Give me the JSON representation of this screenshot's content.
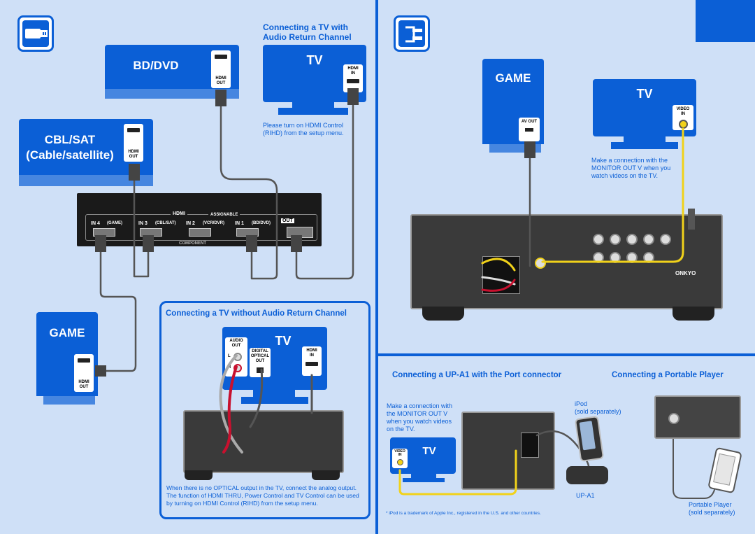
{
  "colors": {
    "background": "#cfe0f7",
    "accent": "#0b5fd6",
    "cable_gray": "#555555",
    "video_yellow": "#f1d21a",
    "audio_red": "#c8102e"
  },
  "icons": {
    "hdmi_icon": "hdmi-plug-icon",
    "analog_icon": "rca-plug-icon"
  },
  "left": {
    "bd_dvd": {
      "label": "BD/DVD",
      "port": "HDMI\nOUT"
    },
    "cbl_sat": {
      "label_line1": "CBL/SAT",
      "label_line2": "(Cable/satellite)",
      "port": "HDMI\nOUT"
    },
    "game": {
      "label": "GAME",
      "port": "HDMI\nOUT"
    },
    "arc_heading_line1": "Connecting a TV with",
    "arc_heading_line2": "Audio Return Channel",
    "tv_label": "TV",
    "tv_port": "HDMI\nIN",
    "arc_note": "Please turn on HDMI Control (RIHD) from the setup menu.",
    "hdmi_band": {
      "title": "HDMI",
      "assignable": "ASSIGNABLE",
      "in4": "IN 4",
      "in4_name": "(GAME)",
      "in3": "IN 3",
      "in3_name": "(CBL/SAT)",
      "in2": "IN 2",
      "in2_name": "(VCR/DVR)",
      "in1": "IN 1",
      "in1_name": "(BD/DVD)",
      "out": "OUT",
      "component": "COMPONENT"
    },
    "no_arc_heading": "Connecting a TV without Audio Return Channel",
    "no_arc_tv": {
      "label": "TV",
      "audio_out": "AUDIO\nOUT",
      "l": "L",
      "r": "R",
      "digital_optical_out": "DIGITAL\nOPTICAL\nOUT",
      "hdmi_in": "HDMI\nIN"
    },
    "no_arc_note": "When there is no OPTICAL output in the TV, connect the analog output. The function of HDMI THRU, Power Control and TV Control can be used by turning on HDMI Control (RIHD) from the setup menu."
  },
  "right": {
    "game": {
      "label": "GAME",
      "port": "AV OUT"
    },
    "tv": {
      "label": "TV",
      "port": "VIDEO\nIN"
    },
    "monitor_note": "Make a connection with the MONITOR OUT V when you watch videos on the TV.",
    "receiver_brand": "ONKYO",
    "upa1_heading": "Connecting a UP-A1 with the Port connector",
    "portable_heading": "Connecting a Portable Player",
    "upa1_note": "Make a connection with the MONITOR OUT V when you watch videos on the TV.",
    "small_tv": {
      "label": "TV",
      "port": "VIDEO\nIN"
    },
    "ipod_label_line1": "iPod",
    "ipod_label_line2": "(sold separately)",
    "upa1_label": "UP-A1",
    "portable_label_line1": "Portable Player",
    "portable_label_line2": "(sold separately)",
    "trademark": "* iPod is a trademark of Apple Inc., registered in the U.S. and other countries."
  }
}
